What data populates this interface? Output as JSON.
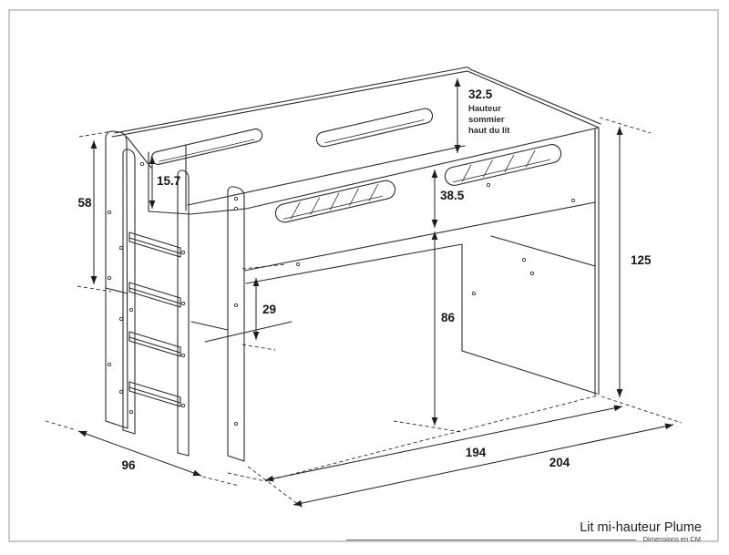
{
  "drawing": {
    "title": "Lit mi-hauteur Plume",
    "unit_note": "Dimensions en CM",
    "dimensions": {
      "panel_height": "58",
      "notch": "15.7",
      "rail_above_base": "32.5",
      "rail_caption_line1": "Hauteur",
      "rail_caption_line2": "sommier",
      "rail_caption_line3": "haut du lit",
      "front_band": "38.5",
      "under_rail_gap": "29",
      "clearance": "86",
      "total_height": "125",
      "bed_length": "194",
      "total_length": "204",
      "depth": "96"
    },
    "colors": {
      "line": "#2b2b2b",
      "border": "#b9b1b4",
      "background": "#ffffff"
    }
  }
}
